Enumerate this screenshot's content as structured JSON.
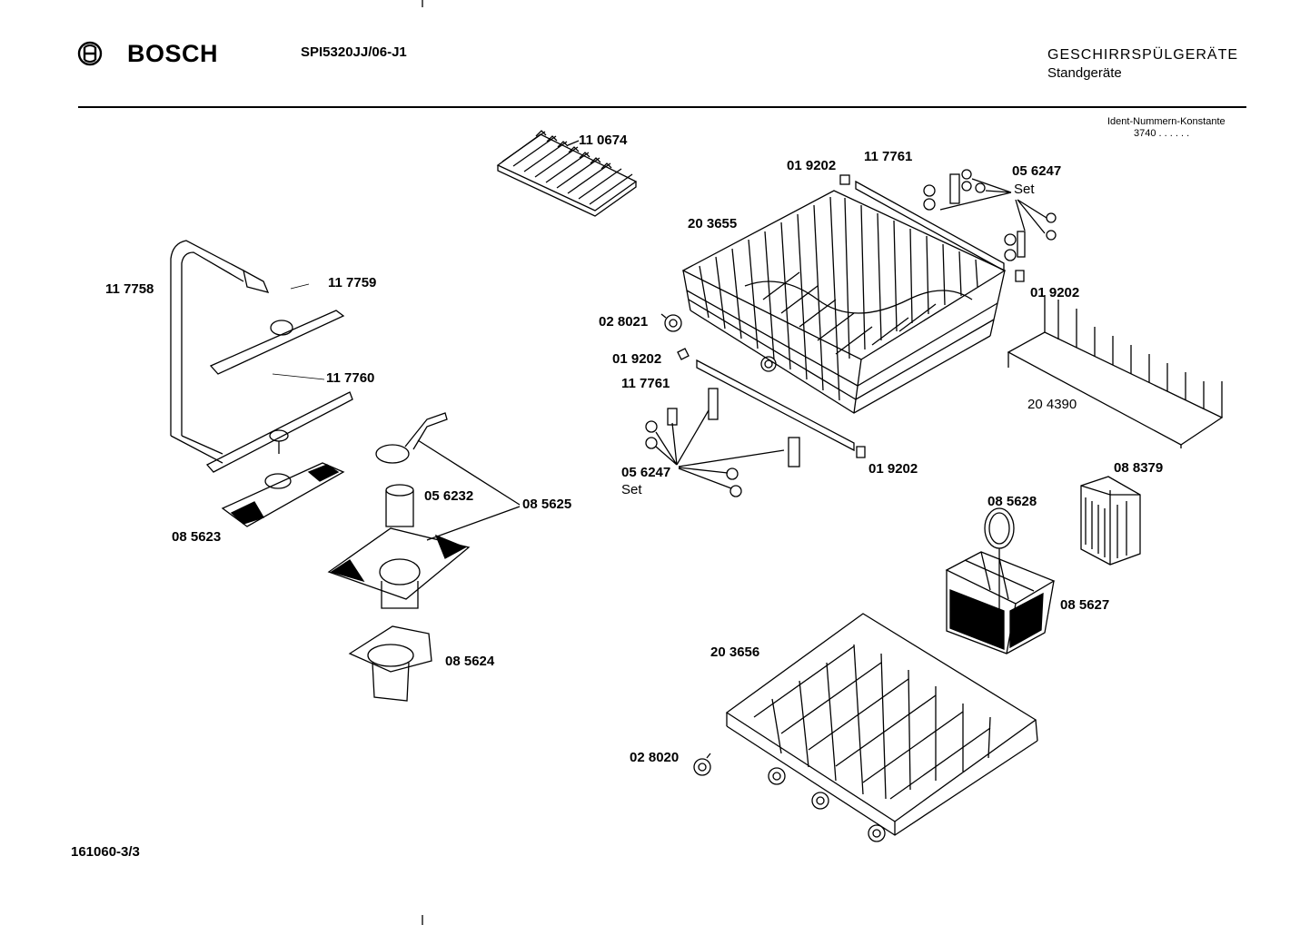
{
  "header": {
    "brand": "BOSCH",
    "model": "SPI5320JJ/06-J1",
    "category_title": "GESCHIRRSPÜLGERÄTE",
    "category_subtitle": "Standgeräte",
    "ident_label": "Ident-Nummern-Konstante",
    "ident_value": "3740  . .  . . . ."
  },
  "footer": {
    "document_number": "161060-3/3"
  },
  "parts": {
    "p110674": "11 0674",
    "p019202_top": "01 9202",
    "p117761_top": "11 7761",
    "p056247_top": "05 6247",
    "set_top": "Set",
    "p203655": "20 3655",
    "p019202_right": "01 9202",
    "p028021": "02 8021",
    "p019202_left": "01 9202",
    "p117761_bottom": "11 7761",
    "p019202_bottom": "01 9202",
    "p056247_bottom": "05 6247",
    "set_bottom": "Set",
    "p204390": "20 4390",
    "p088379": "08 8379",
    "p085628": "08 5628",
    "p085627": "08 5627",
    "p203656": "20 3656",
    "p028020": "02 8020",
    "p117758": "11 7758",
    "p117759": "11 7759",
    "p117760": "11 7760",
    "p056232": "05 6232",
    "p085625": "08 5625",
    "p085623": "08 5623",
    "p085624": "08 5624"
  }
}
